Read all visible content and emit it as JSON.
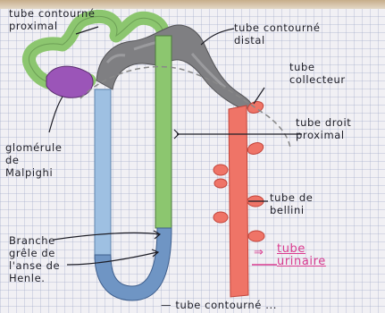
{
  "labels": {
    "tube_contourne_proximal": "tube contourné\nproximal",
    "tube_contourne_distal": "tube contourné\ndistal",
    "tube_collecteur": "tube\ncollecteur",
    "tube_droit_proximal": "tube droit\nproximal",
    "glomerule_de_malpighi": "glomérule\nde\nMalpighi",
    "tube_de_bellini": "tube de\nbellini",
    "branche_grele": "Branche\ngrêle de\nl'anse de\nHenle.",
    "arrow_symbol": "⇒",
    "tube_urinaire": "tube\nurinaire",
    "cut_off_text": "— tube contourné ..."
  },
  "colors": {
    "proximal_green": "#8cc66f",
    "distal_grey": "#7f7f82",
    "descending_blue": "#9ec0e2",
    "loop_blue": "#6f95c4",
    "collector_red": "#ef7467",
    "glomerule_purple": "#9b55b8",
    "note_pink": "#d93b8f",
    "ink": "#1d1d26"
  }
}
